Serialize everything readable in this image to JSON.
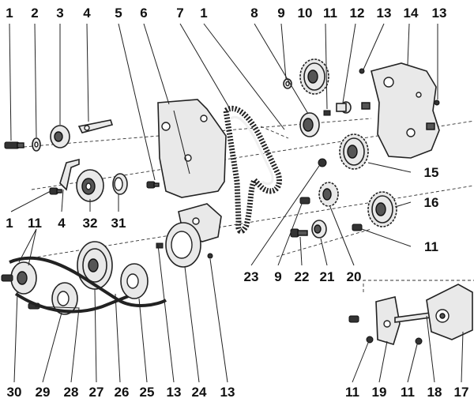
{
  "callouts": {
    "top": [
      "1",
      "2",
      "3",
      "4",
      "5",
      "6",
      "7",
      "1",
      "8",
      "9",
      "10",
      "11",
      "12",
      "13",
      "14",
      "13"
    ],
    "left_mid": [
      "1",
      "4",
      "32",
      "31"
    ],
    "left_mid_top": "11",
    "right_mid": [
      "15",
      "16",
      "11"
    ],
    "center_bottom": [
      "23",
      "9",
      "22",
      "21",
      "20"
    ],
    "bottom": [
      "30",
      "29",
      "28",
      "27",
      "26",
      "25",
      "13",
      "24",
      "13",
      "11",
      "19",
      "11",
      "18",
      "17"
    ]
  }
}
